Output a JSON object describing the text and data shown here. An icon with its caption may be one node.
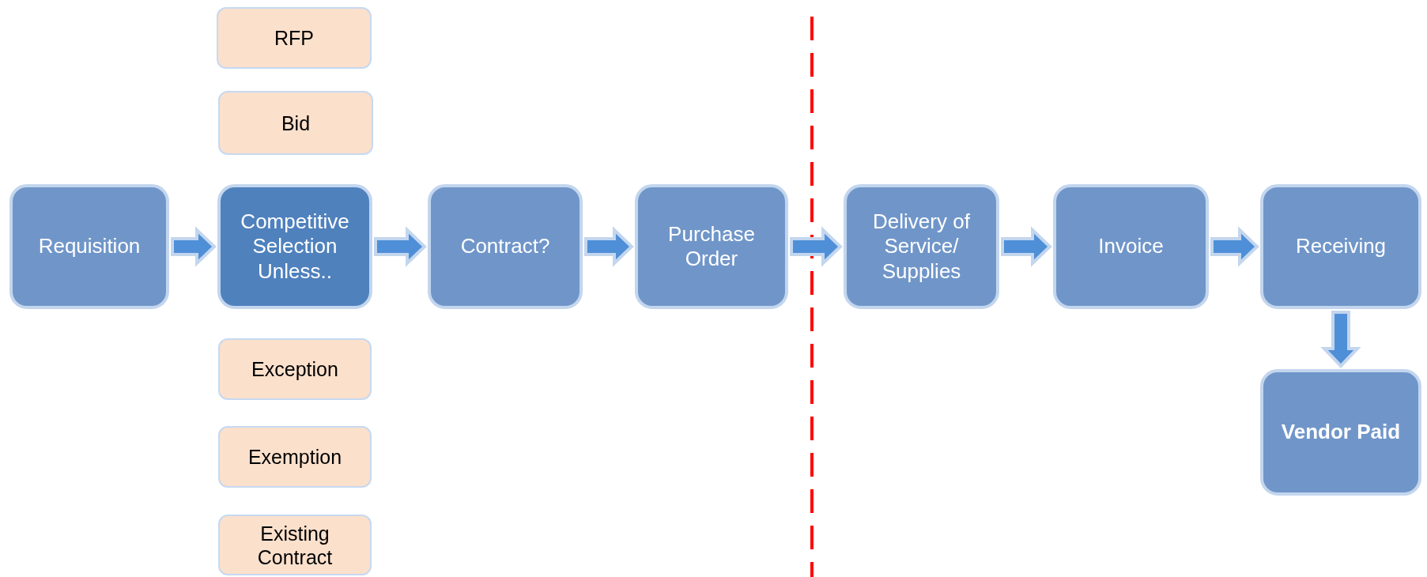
{
  "diagram": {
    "nodes": [
      {
        "text": [
          "RFP"
        ]
      },
      {
        "text": [
          "Bid"
        ]
      },
      {
        "text": [
          "Requisition"
        ]
      },
      {
        "text": [
          "Competitive Selection Unless.."
        ]
      },
      {
        "text": [
          "Contract?"
        ]
      },
      {
        "text": [
          "Purchase Order"
        ]
      },
      {
        "text": [
          "Delivery of Service/ Supplies"
        ]
      },
      {
        "text": [
          "Invoice"
        ]
      },
      {
        "text": [
          "Receiving"
        ]
      },
      {
        "text": [
          "Exception"
        ]
      },
      {
        "text": [
          "Vendor Paid"
        ]
      },
      {
        "text": [
          "Exemption"
        ]
      },
      {
        "text": [
          "Existing Contract"
        ]
      }
    ],
    "edges": [
      {
        "from": 2,
        "to": 3,
        "arrow": "to"
      },
      {
        "from": 3,
        "to": 4,
        "arrow": "to"
      },
      {
        "from": 4,
        "to": 5,
        "arrow": "to"
      },
      {
        "from": 5,
        "to": 6,
        "arrow": "to"
      },
      {
        "from": 6,
        "to": 7,
        "arrow": "to"
      },
      {
        "from": 7,
        "to": 8,
        "arrow": "to"
      },
      {
        "from": 8,
        "to": 10,
        "arrow": "to"
      }
    ]
  }
}
